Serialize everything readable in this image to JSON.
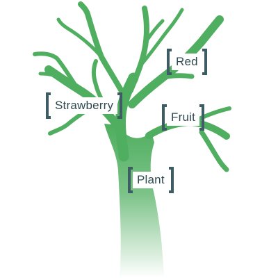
{
  "colors": {
    "branch": "#4fae5f",
    "trunk_fade": "#ffffff",
    "bracket": "#3d5c64",
    "label_text": "#2f4a51"
  },
  "tags": {
    "red": "Red",
    "strawberry": "Strawberry",
    "fruit": "Fruit",
    "plant": "Plant"
  }
}
